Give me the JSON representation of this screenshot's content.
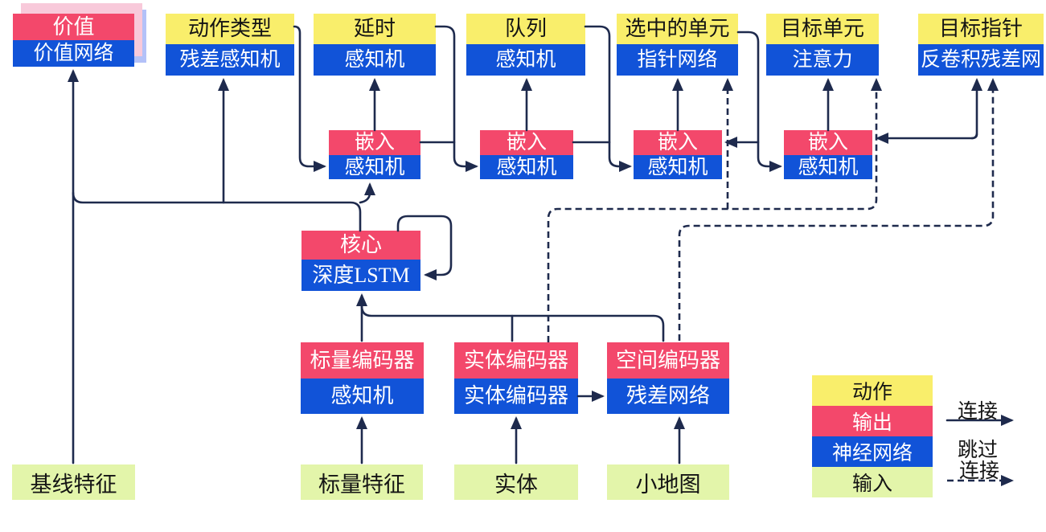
{
  "diagram": {
    "heads": [
      {
        "top": "价值",
        "bottom": "价值网络"
      },
      {
        "top": "动作类型",
        "bottom": "残差感知机"
      },
      {
        "top": "延时",
        "bottom": "感知机"
      },
      {
        "top": "队列",
        "bottom": "感知机"
      },
      {
        "top": "选中的单元",
        "bottom": "指针网络"
      },
      {
        "top": "目标单元",
        "bottom": "注意力"
      },
      {
        "top": "目标指针",
        "bottom": "反卷积残差网"
      }
    ],
    "embeds": [
      {
        "top": "嵌入",
        "bottom": "感知机"
      },
      {
        "top": "嵌入",
        "bottom": "感知机"
      },
      {
        "top": "嵌入",
        "bottom": "感知机"
      },
      {
        "top": "嵌入",
        "bottom": "感知机"
      }
    ],
    "core": {
      "top": "核心",
      "bottom": "深度LSTM"
    },
    "encoders": [
      {
        "top": "标量编码器",
        "bottom": "感知机"
      },
      {
        "top": "实体编码器",
        "bottom": "实体编码器"
      },
      {
        "top": "空间编码器",
        "bottom": "残差网络"
      }
    ],
    "inputs": [
      "基线特征",
      "标量特征",
      "实体",
      "小地图"
    ],
    "legend": {
      "swatches": [
        {
          "label": "动作",
          "color": "#F9EE6B"
        },
        {
          "label": "输出",
          "color": "#F3486B"
        },
        {
          "label": "神经网络",
          "color": "#1153D8"
        },
        {
          "label": "输入",
          "color": "#E3F5AA"
        }
      ],
      "solid_arrow_label": "连接",
      "dashed_arrow_label_line1": "跳过",
      "dashed_arrow_label_line2": "连接"
    },
    "colors": {
      "action_yellow": "#F9EE6B",
      "output_red": "#F3486B",
      "network_blue": "#1153D8",
      "input_green": "#E3F5AA",
      "wire_navy": "#1E2A4D",
      "value_shadow_pink": "#F8C9DA",
      "value_shadow_blue": "#B3C1F8"
    }
  }
}
